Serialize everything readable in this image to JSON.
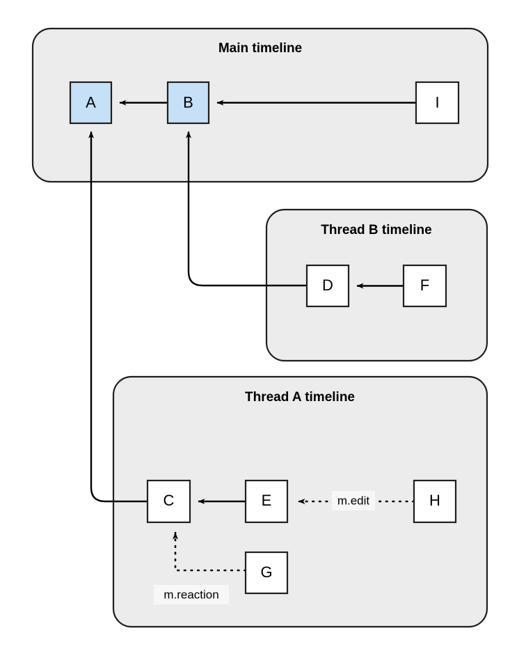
{
  "diagram": {
    "title_hidden": "",
    "groups": [
      {
        "id": "main",
        "title": "Main timeline"
      },
      {
        "id": "threadB",
        "title": "Thread B timeline"
      },
      {
        "id": "threadA",
        "title": "Thread A timeline"
      }
    ],
    "nodes": [
      {
        "id": "A",
        "label": "A",
        "group": "main",
        "highlighted": true
      },
      {
        "id": "B",
        "label": "B",
        "group": "main",
        "highlighted": true
      },
      {
        "id": "I",
        "label": "I",
        "group": "main",
        "highlighted": false
      },
      {
        "id": "D",
        "label": "D",
        "group": "threadB",
        "highlighted": false
      },
      {
        "id": "F",
        "label": "F",
        "group": "threadB",
        "highlighted": false
      },
      {
        "id": "C",
        "label": "C",
        "group": "threadA",
        "highlighted": false
      },
      {
        "id": "E",
        "label": "E",
        "group": "threadA",
        "highlighted": false
      },
      {
        "id": "H",
        "label": "H",
        "group": "threadA",
        "highlighted": false
      },
      {
        "id": "G",
        "label": "G",
        "group": "threadA",
        "highlighted": false
      }
    ],
    "edges": [
      {
        "from": "B",
        "to": "A",
        "style": "solid",
        "label": ""
      },
      {
        "from": "I",
        "to": "B",
        "style": "solid",
        "label": ""
      },
      {
        "from": "F",
        "to": "D",
        "style": "solid",
        "label": ""
      },
      {
        "from": "D",
        "to": "B",
        "style": "solid",
        "label": ""
      },
      {
        "from": "E",
        "to": "C",
        "style": "solid",
        "label": ""
      },
      {
        "from": "C",
        "to": "A",
        "style": "solid",
        "label": ""
      },
      {
        "from": "H",
        "to": "E",
        "style": "dotted",
        "label": "m.edit"
      },
      {
        "from": "G",
        "to": "C",
        "style": "dotted",
        "label": "m.reaction"
      }
    ],
    "edge_labels": {
      "edit": "m.edit",
      "reaction": "m.reaction"
    },
    "colors": {
      "group_fill": "#ececec",
      "group_stroke": "#1f1f1f",
      "node_fill": "#ffffff",
      "node_highlight_fill": "#c5e0f7",
      "node_stroke": "#1f1f1f",
      "edge_stroke": "#000000",
      "label_bg": "#f7f7f7",
      "page_bg": "#ffffff"
    }
  }
}
